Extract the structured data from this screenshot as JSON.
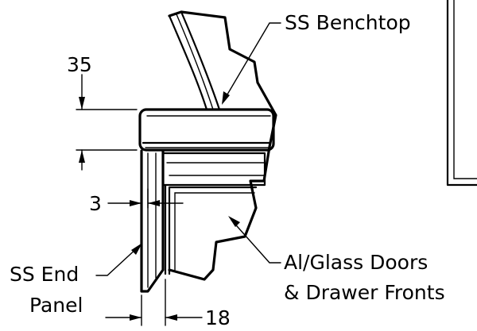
{
  "labels": {
    "benchtop": "SS Benchtop",
    "dim_35": "35",
    "dim_3": "3",
    "end_panel_line1": "SS End",
    "end_panel_line2": "Panel",
    "doors_line1": "Al/Glass Doors",
    "doors_line2": "& Drawer Fronts",
    "dim_18": "18"
  },
  "colors": {
    "ink": "#000000",
    "background": "#ffffff"
  }
}
